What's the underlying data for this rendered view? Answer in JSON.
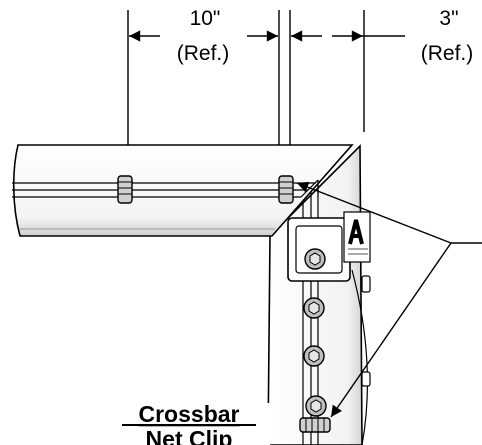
{
  "dimensions": {
    "left": {
      "value": "10\"",
      "note": "(Ref.)"
    },
    "right": {
      "value": "3\"",
      "note": "(Ref.)"
    }
  },
  "callout": {
    "line1": "Crossbar",
    "line2": "Net Clip"
  },
  "colors": {
    "line": "#000000",
    "fill": "#ffffff",
    "shade": "#d9d9d9",
    "bolt": "#bfbfbf"
  }
}
